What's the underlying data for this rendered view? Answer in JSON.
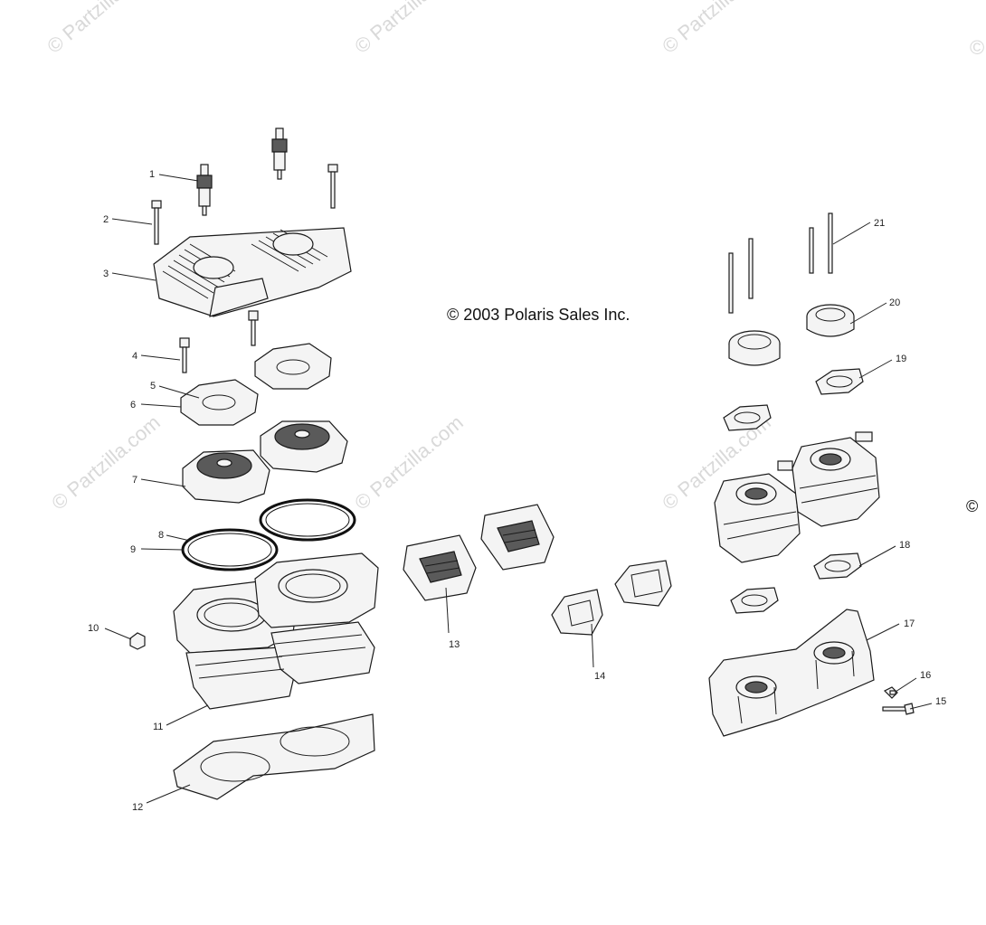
{
  "copyright": "© 2003 Polaris Sales Inc.",
  "watermark": "© Partzilla.com",
  "edge_mark": "©",
  "callouts": [
    "1",
    "2",
    "3",
    "4",
    "5",
    "6",
    "7",
    "8",
    "9",
    "10",
    "11",
    "12",
    "13",
    "14",
    "15",
    "16",
    "17",
    "18",
    "19",
    "20",
    "21"
  ]
}
